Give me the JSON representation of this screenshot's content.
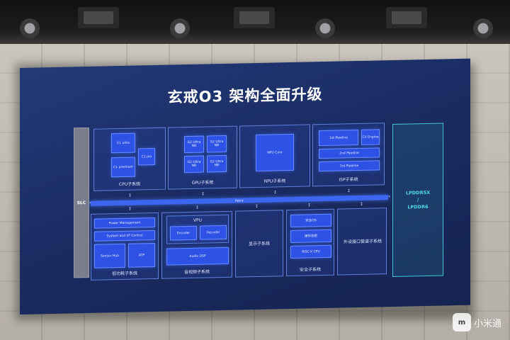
{
  "slide": {
    "title": "玄戒O3 架构全面升级",
    "slc": "SLC",
    "fabric": "Fabric",
    "lpddr": [
      "LPDDR5X",
      "/",
      "LPDDR6"
    ]
  },
  "top_subsystems": {
    "cpu": {
      "label": "CPU子系统",
      "blocks": [
        "C1 ultra",
        "C1 premium",
        "C1 pro"
      ]
    },
    "gpu": {
      "label": "GPU子系统",
      "blocks": [
        "G2 Ultra NB",
        "G2 Ultra NB",
        "G2 Ultra NB",
        "G2 Ultra NB"
      ]
    },
    "npu": {
      "label": "NPU子系统",
      "blocks": [
        "NPU Core"
      ]
    },
    "isp": {
      "label": "ISP子系统",
      "blocks": [
        "1st Pipeline",
        "CV Engine",
        "2nd Pipeline",
        "3rd Pipeline"
      ]
    }
  },
  "bottom_subsystems": {
    "lowpower": {
      "label": "低功耗子系统",
      "blocks": [
        "Power Management",
        "System and I/F Control",
        "Sensor Hub",
        "ATP"
      ]
    },
    "media": {
      "label": "音视频子系统",
      "vpu_label": "VPU",
      "blocks": [
        "Encoder",
        "Decoder",
        "Audio DSP"
      ]
    },
    "display": {
      "label": "显示子系统"
    },
    "security": {
      "label": "安全子系统",
      "blocks": [
        "安全OS",
        "硬件加密",
        "RISC-V CPU"
      ]
    },
    "io": {
      "label": "外设接口管道子系统"
    }
  },
  "watermark": {
    "logo": "m",
    "text": "小米通"
  }
}
